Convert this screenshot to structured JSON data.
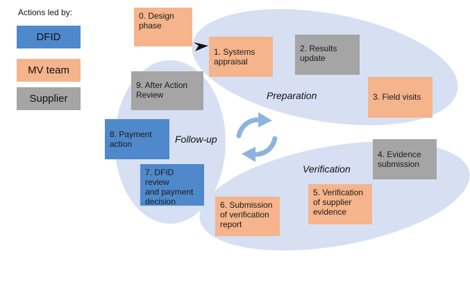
{
  "colors": {
    "dfid": "#4f89cb",
    "mv_team": "#f5b48b",
    "supplier": "#a5a5a5",
    "ellipse": "#d6e0f2",
    "cycle_arrow": "#8fb3dd",
    "pointer_arrow": "#111111"
  },
  "legend": {
    "title": "Actions led by:",
    "items": [
      {
        "label": "DFID",
        "color": "#4f89cb"
      },
      {
        "label": "MV team",
        "color": "#f5b48b"
      },
      {
        "label": "Supplier",
        "color": "#a5a5a5"
      }
    ]
  },
  "phases": {
    "preparation": "Preparation",
    "follow_up": "Follow-up",
    "verification": "Verification"
  },
  "steps": [
    {
      "label": "0. Design\nphase",
      "lead": "MV team"
    },
    {
      "label": "1. Systems\nappraisal",
      "lead": "MV team"
    },
    {
      "label": "2. Results\nupdate",
      "lead": "Supplier"
    },
    {
      "label": "3. Field visits",
      "lead": "MV team"
    },
    {
      "label": "4. Evidence\nsubmission",
      "lead": "Supplier"
    },
    {
      "label": "5. Verification\nof supplier\nevidence",
      "lead": "MV team"
    },
    {
      "label": "6. Submission\nof verification\nreport",
      "lead": "MV team"
    },
    {
      "label": "7. DFID review\nand payment\ndecision",
      "lead": "DFID"
    },
    {
      "label": "8. Payment\naction",
      "lead": "DFID"
    },
    {
      "label": "9. After Action\nReview",
      "lead": "Supplier"
    }
  ],
  "icons": [
    "cycle-arrows-icon",
    "pointer-arrow-icon"
  ]
}
